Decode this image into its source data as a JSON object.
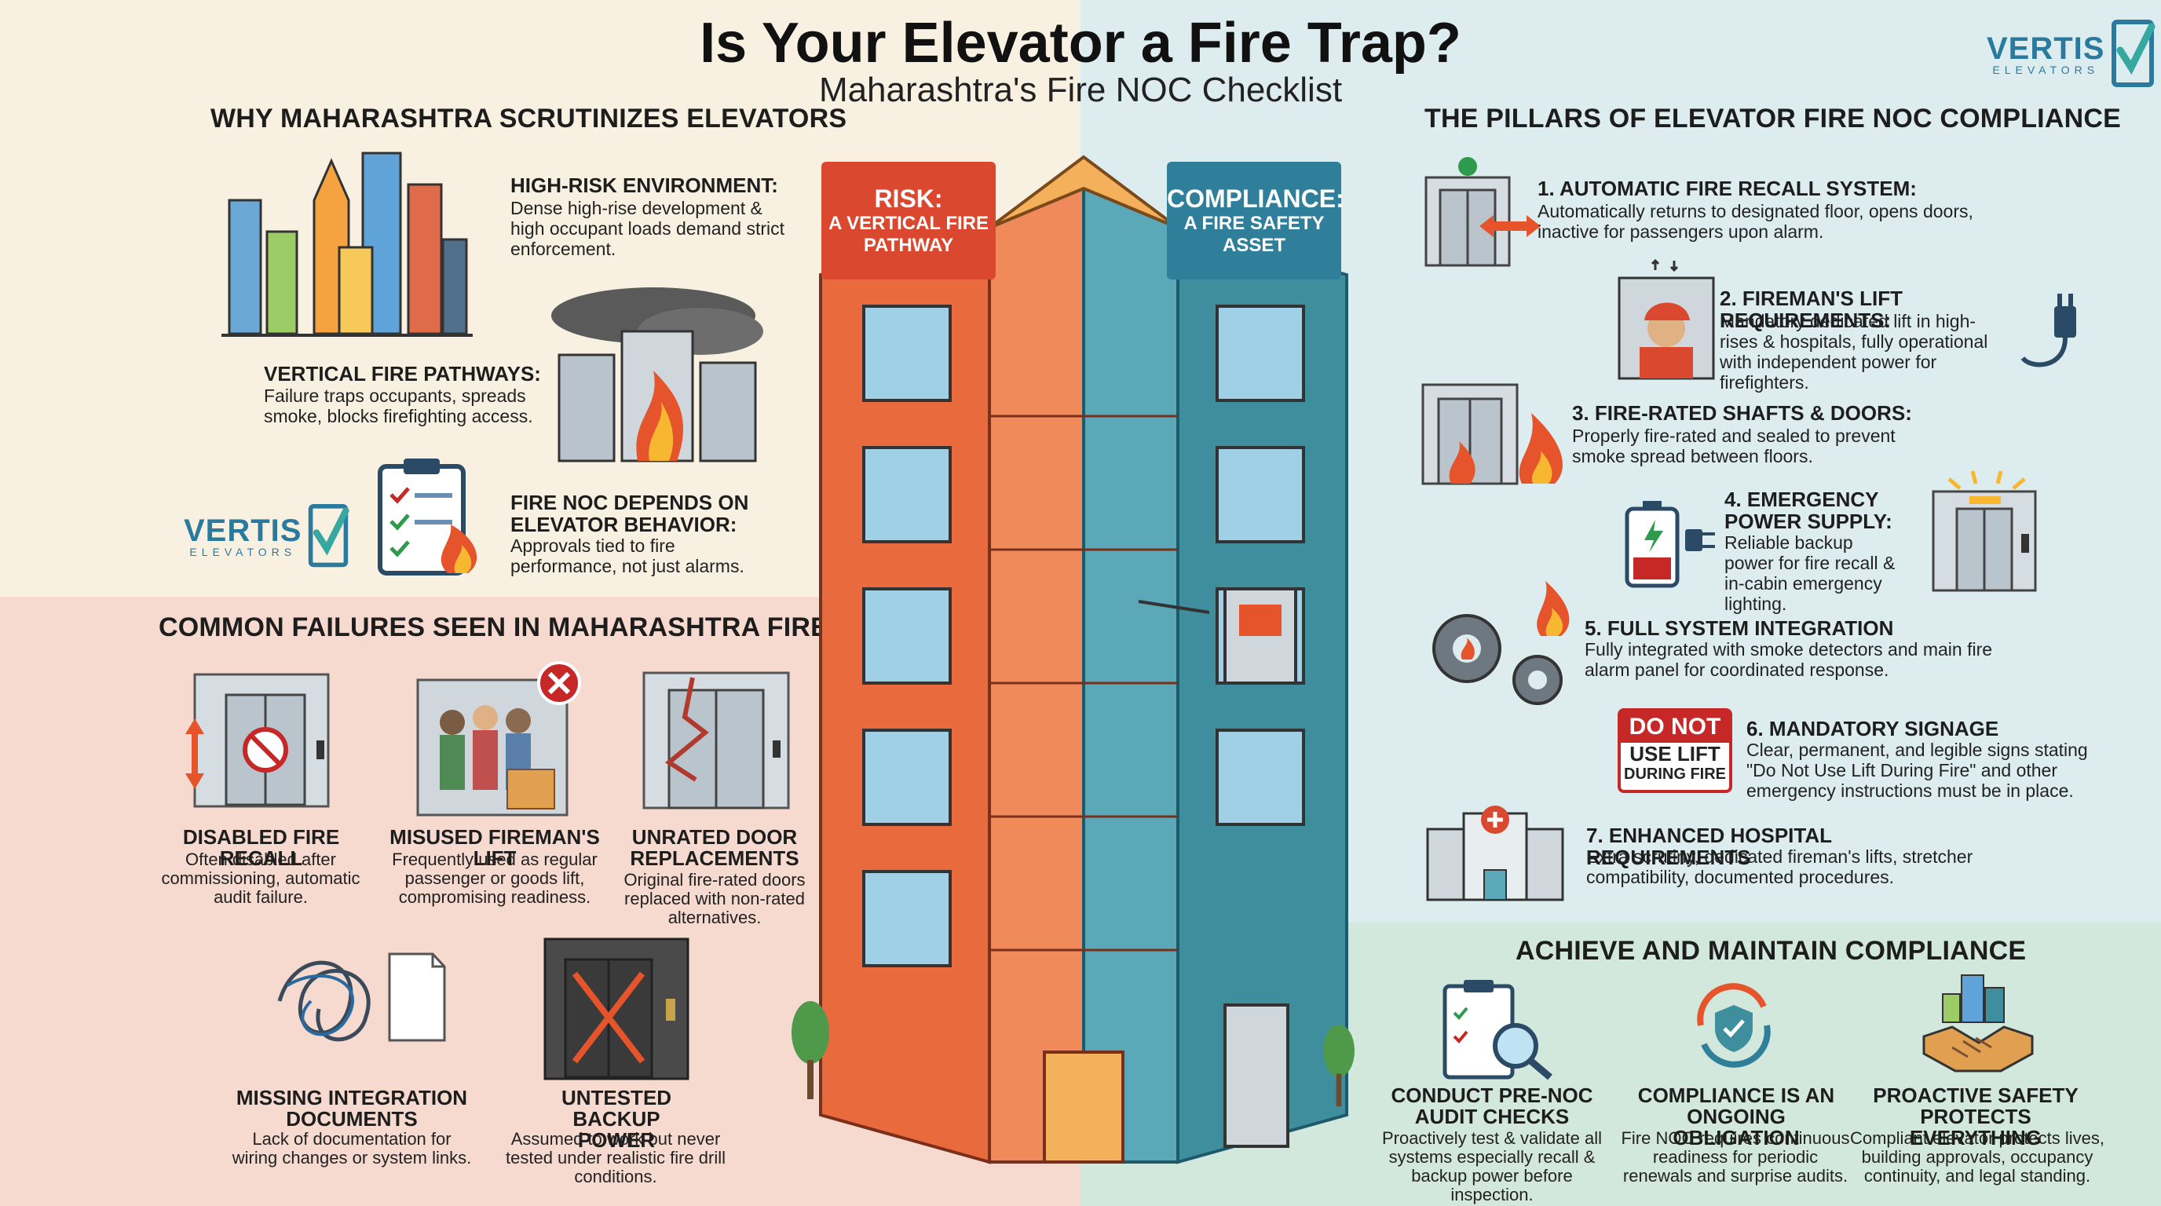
{
  "header": {
    "title": "Is Your Elevator a Fire Trap?",
    "subtitle": "Maharashtra's Fire NOC Checklist"
  },
  "logo": {
    "word": "VERTIS",
    "sub": "ELEVATORS"
  },
  "why": {
    "heading": "WHY MAHARASHTRA SCRUTINIZES ELEVATORS",
    "items": [
      {
        "title": "HIGH-RISK ENVIRONMENT:",
        "text": "Dense high-rise development & high occupant loads demand strict enforcement."
      },
      {
        "title": "VERTICAL FIRE PATHWAYS:",
        "text": "Failure traps occupants, spreads smoke, blocks firefighting access."
      },
      {
        "title": "FIRE NOC DEPENDS ON ELEVATOR BEHAVIOR:",
        "text": "Approvals tied to fire performance, not just alarms."
      }
    ]
  },
  "failures": {
    "heading": "COMMON FAILURES SEEN IN MAHARASHTRA FIRE AUDITS",
    "items": [
      {
        "title": "DISABLED FIRE RECALL",
        "text": "Often disabled after commissioning, automatic audit failure."
      },
      {
        "title": "MISUSED FIREMAN'S LIFT",
        "text": "Frequently used as regular passenger or goods lift, compromising readiness."
      },
      {
        "title": "UNRATED DOOR REPLACEMENTS",
        "text": "Original fire-rated doors replaced with non-rated alternatives."
      },
      {
        "title": "MISSING INTEGRATION DOCUMENTS",
        "text": "Lack of documentation for wiring changes or system links."
      },
      {
        "title": "UNTESTED BACKUP POWER",
        "text": "Assumed to work but never tested under realistic fire drill conditions."
      }
    ]
  },
  "center": {
    "risk_title": "RISK:",
    "risk_sub": "A VERTICAL FIRE PATHWAY",
    "compliance_title": "COMPLIANCE:",
    "compliance_sub": "A FIRE SAFETY ASSET"
  },
  "pillars": {
    "heading": "THE PILLARS OF ELEVATOR FIRE NOC COMPLIANCE",
    "items": [
      {
        "title": "1. AUTOMATIC FIRE RECALL SYSTEM:",
        "text": "Automatically returns to designated floor, opens doors, inactive for passengers upon alarm."
      },
      {
        "title": "2. FIREMAN'S LIFT REQUIREMENTS:",
        "text": "Mandatory dedicated lift in high-rises & hospitals, fully operational with independent power for firefighters."
      },
      {
        "title": "3. FIRE-RATED SHAFTS & DOORS:",
        "text": "Properly fire-rated and sealed to prevent smoke spread between floors."
      },
      {
        "title": "4. EMERGENCY POWER SUPPLY:",
        "text": "Reliable backup power for fire recall & in-cabin emergency lighting."
      },
      {
        "title": "5. FULL SYSTEM INTEGRATION",
        "text": "Fully integrated with smoke detectors and main fire alarm panel for coordinated response."
      },
      {
        "title": "6. MANDATORY SIGNAGE",
        "text": "Clear, permanent, and legible signs stating \"Do Not Use Lift During Fire\" and other emergency instructions must be in place."
      },
      {
        "title": "7. ENHANCED HOSPITAL REQUIREMENTS",
        "text": "Extra scrutiny, dedicated fireman's lifts, stretcher compatibility, documented procedures."
      }
    ],
    "sign": {
      "top": "DO NOT",
      "mid": "USE LIFT",
      "bot": "DURING FIRE"
    }
  },
  "achieve": {
    "heading": "ACHIEVE AND MAINTAIN COMPLIANCE",
    "items": [
      {
        "title": "CONDUCT PRE-NOC AUDIT CHECKS",
        "text": "Proactively test & validate all systems especially recall & backup power before inspection."
      },
      {
        "title": "COMPLIANCE IS AN ONGOING OBLIGATION",
        "text": "Fire NOC requires continuous readiness for periodic renewals and surprise audits."
      },
      {
        "title": "PROACTIVE SAFETY PROTECTS EVERYTHING",
        "text": "Compliant elevator protects lives, building approvals, occupancy continuity, and legal standing."
      }
    ]
  },
  "colors": {
    "risk": "#d9482f",
    "compliance": "#2f7f9a",
    "fire": "#e5542a",
    "accent": "#2b7a9e"
  }
}
